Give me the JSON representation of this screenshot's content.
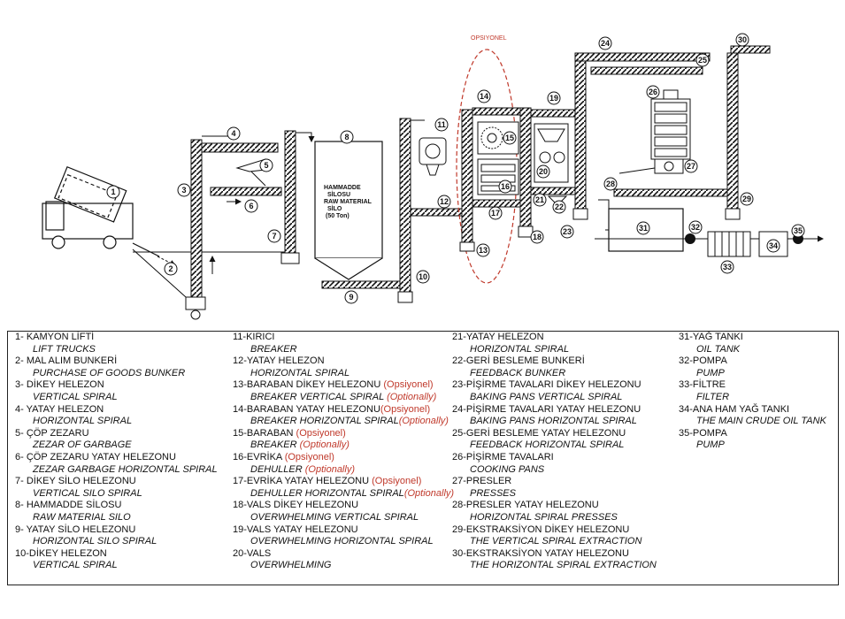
{
  "diagram": {
    "optional_label": "OPSIYONEL",
    "silo_text": [
      "HAMMADDE",
      "SİLOSU",
      "RAW MATERIAL",
      "SİLO",
      "(50 Ton)"
    ],
    "numbers": [
      "1",
      "2",
      "3",
      "4",
      "5",
      "6",
      "7",
      "8",
      "9",
      "10",
      "11",
      "12",
      "13",
      "14",
      "15",
      "16",
      "17",
      "18",
      "19",
      "20",
      "21",
      "22",
      "23",
      "24",
      "25",
      "26",
      "27",
      "28",
      "29",
      "30",
      "31",
      "32",
      "33",
      "34",
      "35"
    ]
  },
  "legend": {
    "columns": [
      [
        {
          "tr": "1-  KAMYON LİFTİ",
          "en": "LIFT TRUCKS"
        },
        {
          "tr": "2-  MAL ALIM BUNKERİ",
          "en": "PURCHASE OF GOODS BUNKER"
        },
        {
          "tr": "3-  DİKEY HELEZON",
          "en": "VERTICAL SPIRAL"
        },
        {
          "tr": "4-  YATAY HELEZON",
          "en": "HORIZONTAL SPIRAL"
        },
        {
          "tr": "5-  ÇÖP ZEZARU",
          "en": "ZEZAR OF GARBAGE"
        },
        {
          "tr": "6-  ÇÖP ZEZARU YATAY HELEZONU",
          "en": "ZEZAR GARBAGE HORIZONTAL SPIRAL"
        },
        {
          "tr": "7-  DİKEY SİLO HELEZONU",
          "en": "VERTICAL SILO SPIRAL"
        },
        {
          "tr": "8-  HAMMADDE SİLOSU",
          "en": "RAW MATERIAL SILO"
        },
        {
          "tr": "9-  YATAY SİLO HELEZONU",
          "en": "HORIZONTAL SILO SPIRAL"
        },
        {
          "tr": "10-DİKEY HELEZON",
          "en": "VERTICAL SPIRAL"
        }
      ],
      [
        {
          "tr": "11-KIRICI",
          "en": "BREAKER"
        },
        {
          "tr": "12-YATAY HELEZON",
          "en": "HORIZONTAL SPIRAL"
        },
        {
          "tr": "13-BARABAN DİKEY HELEZONU",
          "tr_opt": " (Opsiyonel)",
          "en": "BREAKER VERTICAL SPIRAL",
          "en_opt": " (Optionally)"
        },
        {
          "tr": "14-BARABAN YATAY HELEZONU",
          "tr_opt": "(Opsiyonel)",
          "en": "BREAKER HORIZONTAL SPIRAL",
          "en_opt": "(Optionally)"
        },
        {
          "tr": "15-BARABAN",
          "tr_opt": " (Opsiyonel)",
          "en": "BREAKER",
          "en_opt": " (Optionally)"
        },
        {
          "tr": "16-EVRİKA",
          "tr_opt": " (Opsiyonel)",
          "en": "DEHULLER",
          "en_opt": " (Optionally)"
        },
        {
          "tr": "17-EVRİKA YATAY HELEZONU",
          "tr_opt": " (Opsiyonel)",
          "en": "DEHULLER HORIZONTAL SPIRAL",
          "en_opt": "(Optionally)"
        },
        {
          "tr": "18-VALS DİKEY HELEZONU",
          "en": "OVERWHELMING VERTICAL SPIRAL"
        },
        {
          "tr": "19-VALS YATAY HELEZONU",
          "en": "OVERWHELMING HORIZONTAL SPIRAL"
        },
        {
          "tr": "20-VALS",
          "en": "OVERWHELMING"
        }
      ],
      [
        {
          "tr": "21-YATAY HELEZON",
          "en": "HORIZONTAL SPIRAL"
        },
        {
          "tr": "22-GERİ BESLEME BUNKERİ",
          "en": "FEEDBACK BUNKER"
        },
        {
          "tr": "23-PİŞİRME TAVALARI DİKEY HELEZONU",
          "en": "BAKING PANS VERTICAL SPIRAL"
        },
        {
          "tr": "24-PİŞİRME TAVALARI YATAY HELEZONU",
          "en": "BAKING PANS HORIZONTAL SPIRAL"
        },
        {
          "tr": "25-GERİ BESLEME YATAY HELEZONU",
          "en": "FEEDBACK HORIZONTAL SPIRAL"
        },
        {
          "tr": "26-PİŞİRME TAVALARI",
          "en": "COOKING PANS"
        },
        {
          "tr": "27-PRESLER",
          "en": "PRESSES"
        },
        {
          "tr": "28-PRESLER YATAY HELEZONU",
          "en": "HORIZONTAL SPIRAL PRESSES"
        },
        {
          "tr": "29-EKSTRAKSİYON DİKEY HELEZONU",
          "en": "THE VERTICAL SPIRAL EXTRACTION"
        },
        {
          "tr": "30-EKSTRAKSİYON YATAY HELEZONU",
          "en": "THE HORIZONTAL SPIRAL EXTRACTION"
        }
      ],
      [
        {
          "tr": "31-YAĞ TANKI",
          "en": "OIL TANK"
        },
        {
          "tr": "32-POMPA",
          "en": "PUMP"
        },
        {
          "tr": "33-FİLTRE",
          "en": "FILTER"
        },
        {
          "tr": "34-ANA HAM YAĞ TANKI",
          "en": "THE MAIN CRUDE OIL TANK"
        },
        {
          "tr": "35-POMPA",
          "en": "PUMP"
        }
      ]
    ]
  }
}
